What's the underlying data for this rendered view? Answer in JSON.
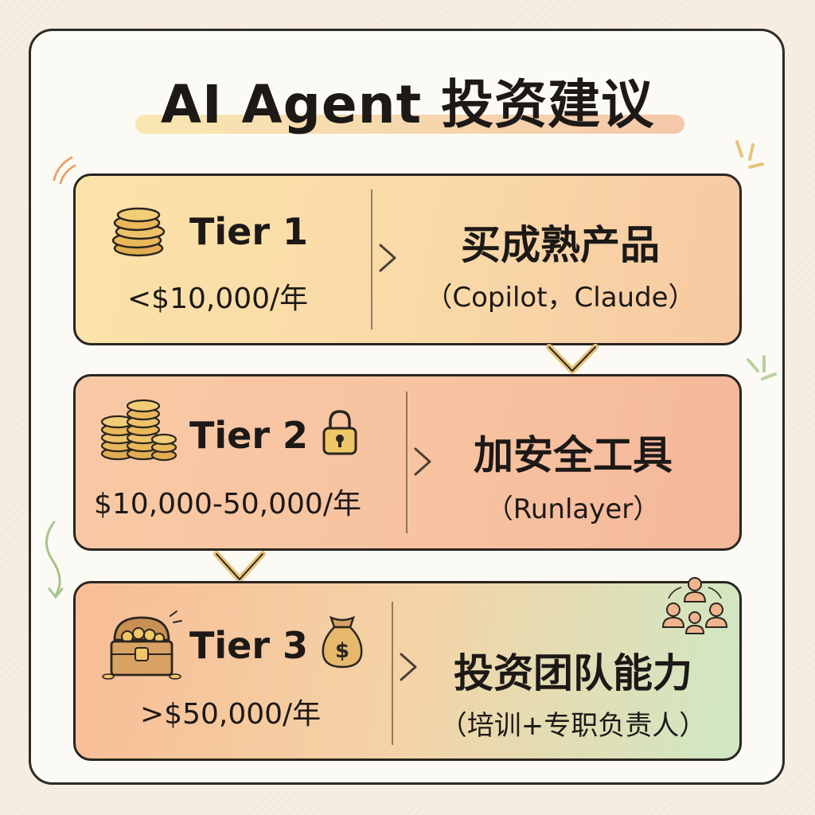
{
  "title": "AI Agent 投资建议",
  "tiers": [
    {
      "label": "Tier 1",
      "price": "<$10,000/年",
      "action": "买成熟产品",
      "detail": "（Copilot，Claude）",
      "icon": "coin-stack-icon"
    },
    {
      "label": "Tier 2",
      "price": "$10,000-50,000/年",
      "action": "加安全工具",
      "detail": "（Runlayer）",
      "icon": "coin-stacks-icon",
      "badge_icon": "padlock-icon"
    },
    {
      "label": "Tier 3",
      "price": ">$50,000/年",
      "action": "投资团队能力",
      "detail": "（培训+专职负责人）",
      "icon": "treasure-chest-icon",
      "badge_icon": "money-bag-icon",
      "team_icon": "team-people-icon"
    }
  ],
  "colors": {
    "tier1": "#fbe3a8",
    "tier2": "#f7c2a0",
    "tier3_start": "#f8bd96",
    "tier3_end": "#cfe8c4",
    "outline": "#2a2520",
    "coin": "#e8b85a"
  }
}
